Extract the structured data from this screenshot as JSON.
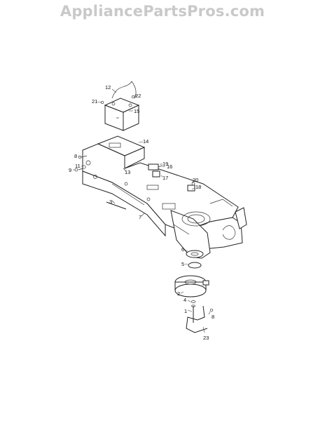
{
  "watermark": "AppliancePartsPros.com",
  "callouts": {
    "c1": "1",
    "c2": "2",
    "c3": "3",
    "c4": "4",
    "c5": "5",
    "c6": "6",
    "c7": "7",
    "c8a": "8",
    "c8b": "8",
    "c9": "9",
    "c11": "11",
    "c12": "12",
    "c13": "13",
    "c14": "14",
    "c15": "15",
    "c16": "16",
    "c17": "17",
    "c18": "18",
    "c19": "19",
    "c20": "20",
    "c21": "21",
    "c22": "22",
    "c23": "23"
  }
}
